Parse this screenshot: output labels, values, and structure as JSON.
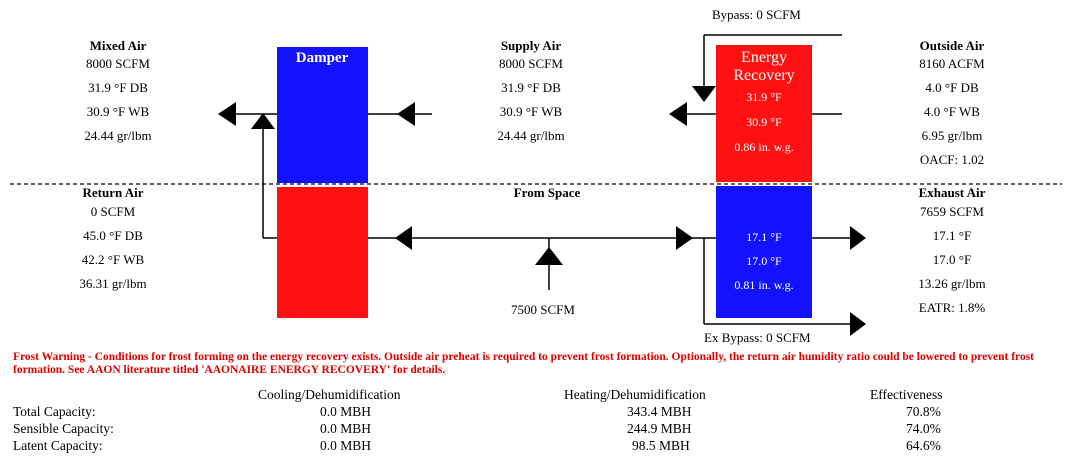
{
  "colors": {
    "damper": "#1212ff",
    "energy_recovery": "#ff1111",
    "text_on_box": "#ffffff",
    "warning": "#e00000"
  },
  "bypass_label": "Bypass: 0 SCFM",
  "ex_bypass_label": "Ex Bypass: 0 SCFM",
  "damper": {
    "label": "Damper"
  },
  "energy_recovery": {
    "label1": "Energy",
    "label2": "Recovery",
    "temp1": "31.9 °F",
    "temp2": "30.9 °F",
    "pressure": "0.86 in. w.g."
  },
  "exhaust_wheel": {
    "temp1": "17.1 °F",
    "temp2": "17.0 °F",
    "pressure": "0.81 in. w.g."
  },
  "mixed_air": {
    "title": "Mixed Air",
    "flow": "8000 SCFM",
    "db": "31.9 °F DB",
    "wb": "30.9 °F WB",
    "hr": "24.44 gr/lbm"
  },
  "supply_air": {
    "title": "Supply Air",
    "flow": "8000 SCFM",
    "db": "31.9 °F DB",
    "wb": "30.9 °F WB",
    "hr": "24.44 gr/lbm"
  },
  "outside_air": {
    "title": "Outside Air",
    "flow": "8160 ACFM",
    "db": "4.0 °F DB",
    "wb": "4.0 °F WB",
    "hr": "6.95 gr/lbm",
    "oacf": "OACF: 1.02"
  },
  "return_air": {
    "title": "Return Air",
    "flow": "0 SCFM",
    "db": "45.0 °F DB",
    "wb": "42.2 °F WB",
    "hr": "36.31 gr/lbm"
  },
  "from_space": {
    "title": "From Space",
    "flow": "7500 SCFM"
  },
  "exhaust_air": {
    "title": "Exhaust Air",
    "flow": "7659 SCFM",
    "db": "17.1 °F",
    "wb": "17.0 °F",
    "hr": "13.26 gr/lbm",
    "eatr": "EATR: 1.8%"
  },
  "warning": "Frost Warning - Conditions for frost forming on the energy recovery exists.  Outside air preheat is required to prevent frost formation.  Optionally, the return air humidity ratio could be lowered to prevent frost formation.  See AAON literature titled 'AAONAIRE ENERGY RECOVERY' for details.",
  "capacity_table": {
    "headers": [
      "Cooling/Dehumidification",
      "Heating/Dehumidification",
      "Effectiveness"
    ],
    "rows": [
      {
        "label": "Total Capacity:",
        "cooling": "0.0 MBH",
        "heating": "343.4 MBH",
        "effectiveness": "70.8%"
      },
      {
        "label": "Sensible Capacity:",
        "cooling": "0.0 MBH",
        "heating": "244.9 MBH",
        "effectiveness": "74.0%"
      },
      {
        "label": "Latent Capacity:",
        "cooling": "0.0 MBH",
        "heating": "98.5 MBH",
        "effectiveness": "64.6%"
      }
    ]
  }
}
